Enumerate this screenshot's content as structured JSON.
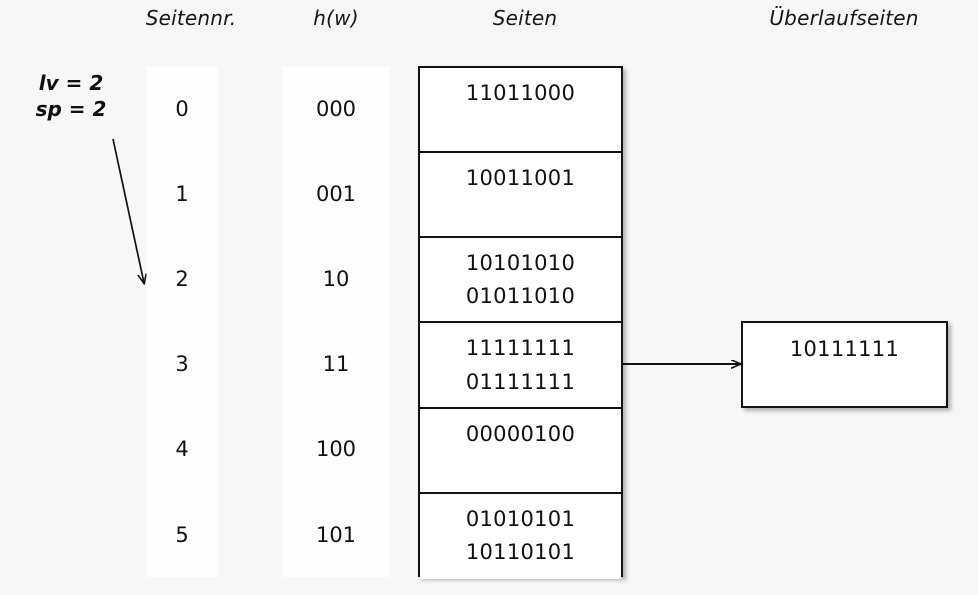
{
  "headers": {
    "seitennr": "Seitennr.",
    "hw": "h(w)",
    "seiten": "Seiten",
    "ueberlaufseiten": "Überlaufseiten"
  },
  "params": {
    "lv": "lv = 2",
    "sp": "sp = 2"
  },
  "colors": {
    "background": "#f7f7f7",
    "column_fill": "#fdfdfd",
    "box_fill": "#ffffff",
    "stroke": "#141414",
    "text": "#111111"
  },
  "table": {
    "page_numbers": [
      "0",
      "1",
      "2",
      "3",
      "4",
      "5"
    ],
    "hash_values": [
      "000",
      "001",
      "10",
      "11",
      "100",
      "101"
    ],
    "pages": [
      {
        "page_number": "0",
        "hash": "000",
        "entries": [
          "11011000"
        ]
      },
      {
        "page_number": "1",
        "hash": "001",
        "entries": [
          "10011001"
        ]
      },
      {
        "page_number": "2",
        "hash": "10",
        "entries": [
          "10101010",
          "01011010"
        ]
      },
      {
        "page_number": "3",
        "hash": "11",
        "entries": [
          "11111111",
          "01111111"
        ]
      },
      {
        "page_number": "4",
        "hash": "100",
        "entries": [
          "00000100"
        ]
      },
      {
        "page_number": "5",
        "hash": "101",
        "entries": [
          "01010101",
          "10110101"
        ]
      }
    ]
  },
  "overflow_pages": [
    {
      "entries": [
        "10111111"
      ],
      "linked_from_page": "3"
    }
  ],
  "annotations": {
    "split_pointer": {
      "from_label": "sp = 2",
      "points_to_page": "2"
    },
    "overflow_link": {
      "from_page": "3",
      "to": "overflow-page-1"
    }
  }
}
